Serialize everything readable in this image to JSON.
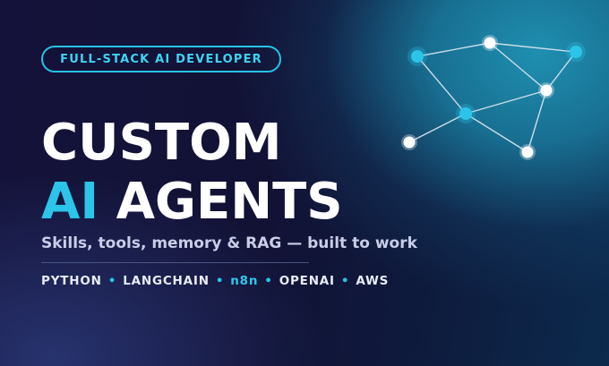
{
  "badge": {
    "label": "FULL-STACK AI DEVELOPER"
  },
  "headline": {
    "line1": "CUSTOM",
    "line2_accent": "AI",
    "line2_rest": " AGENTS"
  },
  "tagline": "Skills, tools, memory & RAG — built to work",
  "tech_stack": {
    "items": [
      "PYTHON",
      "LANGCHAIN",
      "n8n",
      "OPENAI",
      "AWS"
    ],
    "separator": "•",
    "highlight": "n8n"
  },
  "colors": {
    "accent": "#2cc4e8",
    "text": "#ffffff",
    "tagline": "#c9cde8"
  },
  "network_graphic": {
    "icon": "network-graph-icon"
  }
}
